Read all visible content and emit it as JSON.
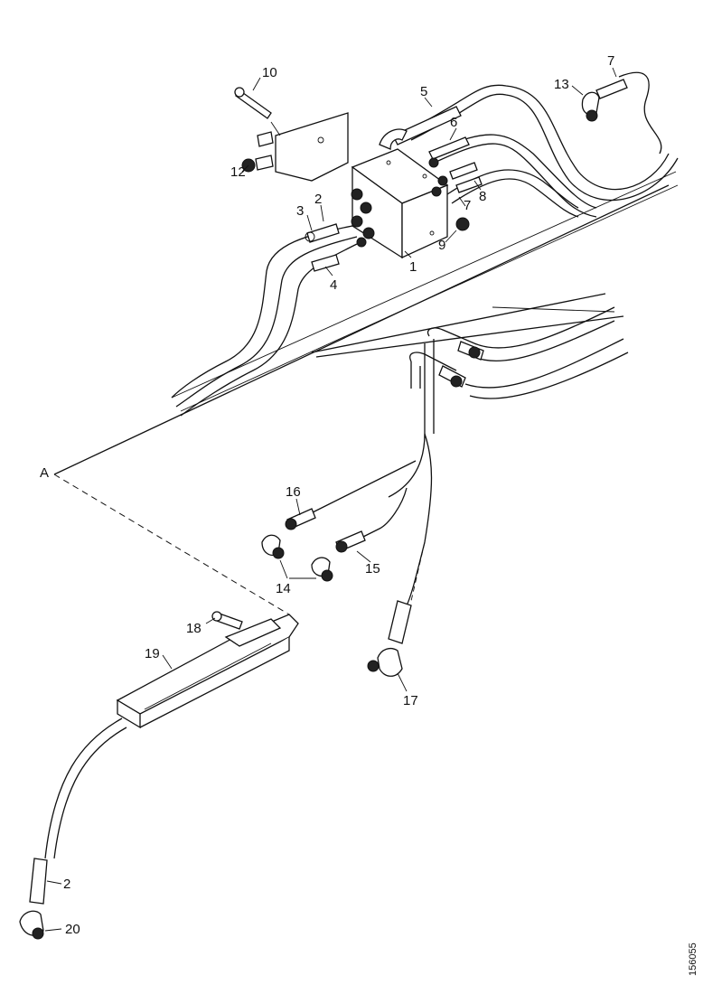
{
  "diagram": {
    "callouts": {
      "c1": "1",
      "c2a": "2",
      "c2b": "2",
      "c3": "3",
      "c4": "4",
      "c5": "5",
      "c6": "6",
      "c7a": "7",
      "c7b": "7",
      "c8": "8",
      "c9": "9",
      "c10": "10",
      "c12": "12",
      "c13": "13",
      "c14": "14",
      "c15": "15",
      "c16": "16",
      "c17": "17",
      "c18": "18",
      "c19": "19",
      "c20": "20"
    },
    "drawing_code": "156055",
    "reference_letter": "A"
  }
}
